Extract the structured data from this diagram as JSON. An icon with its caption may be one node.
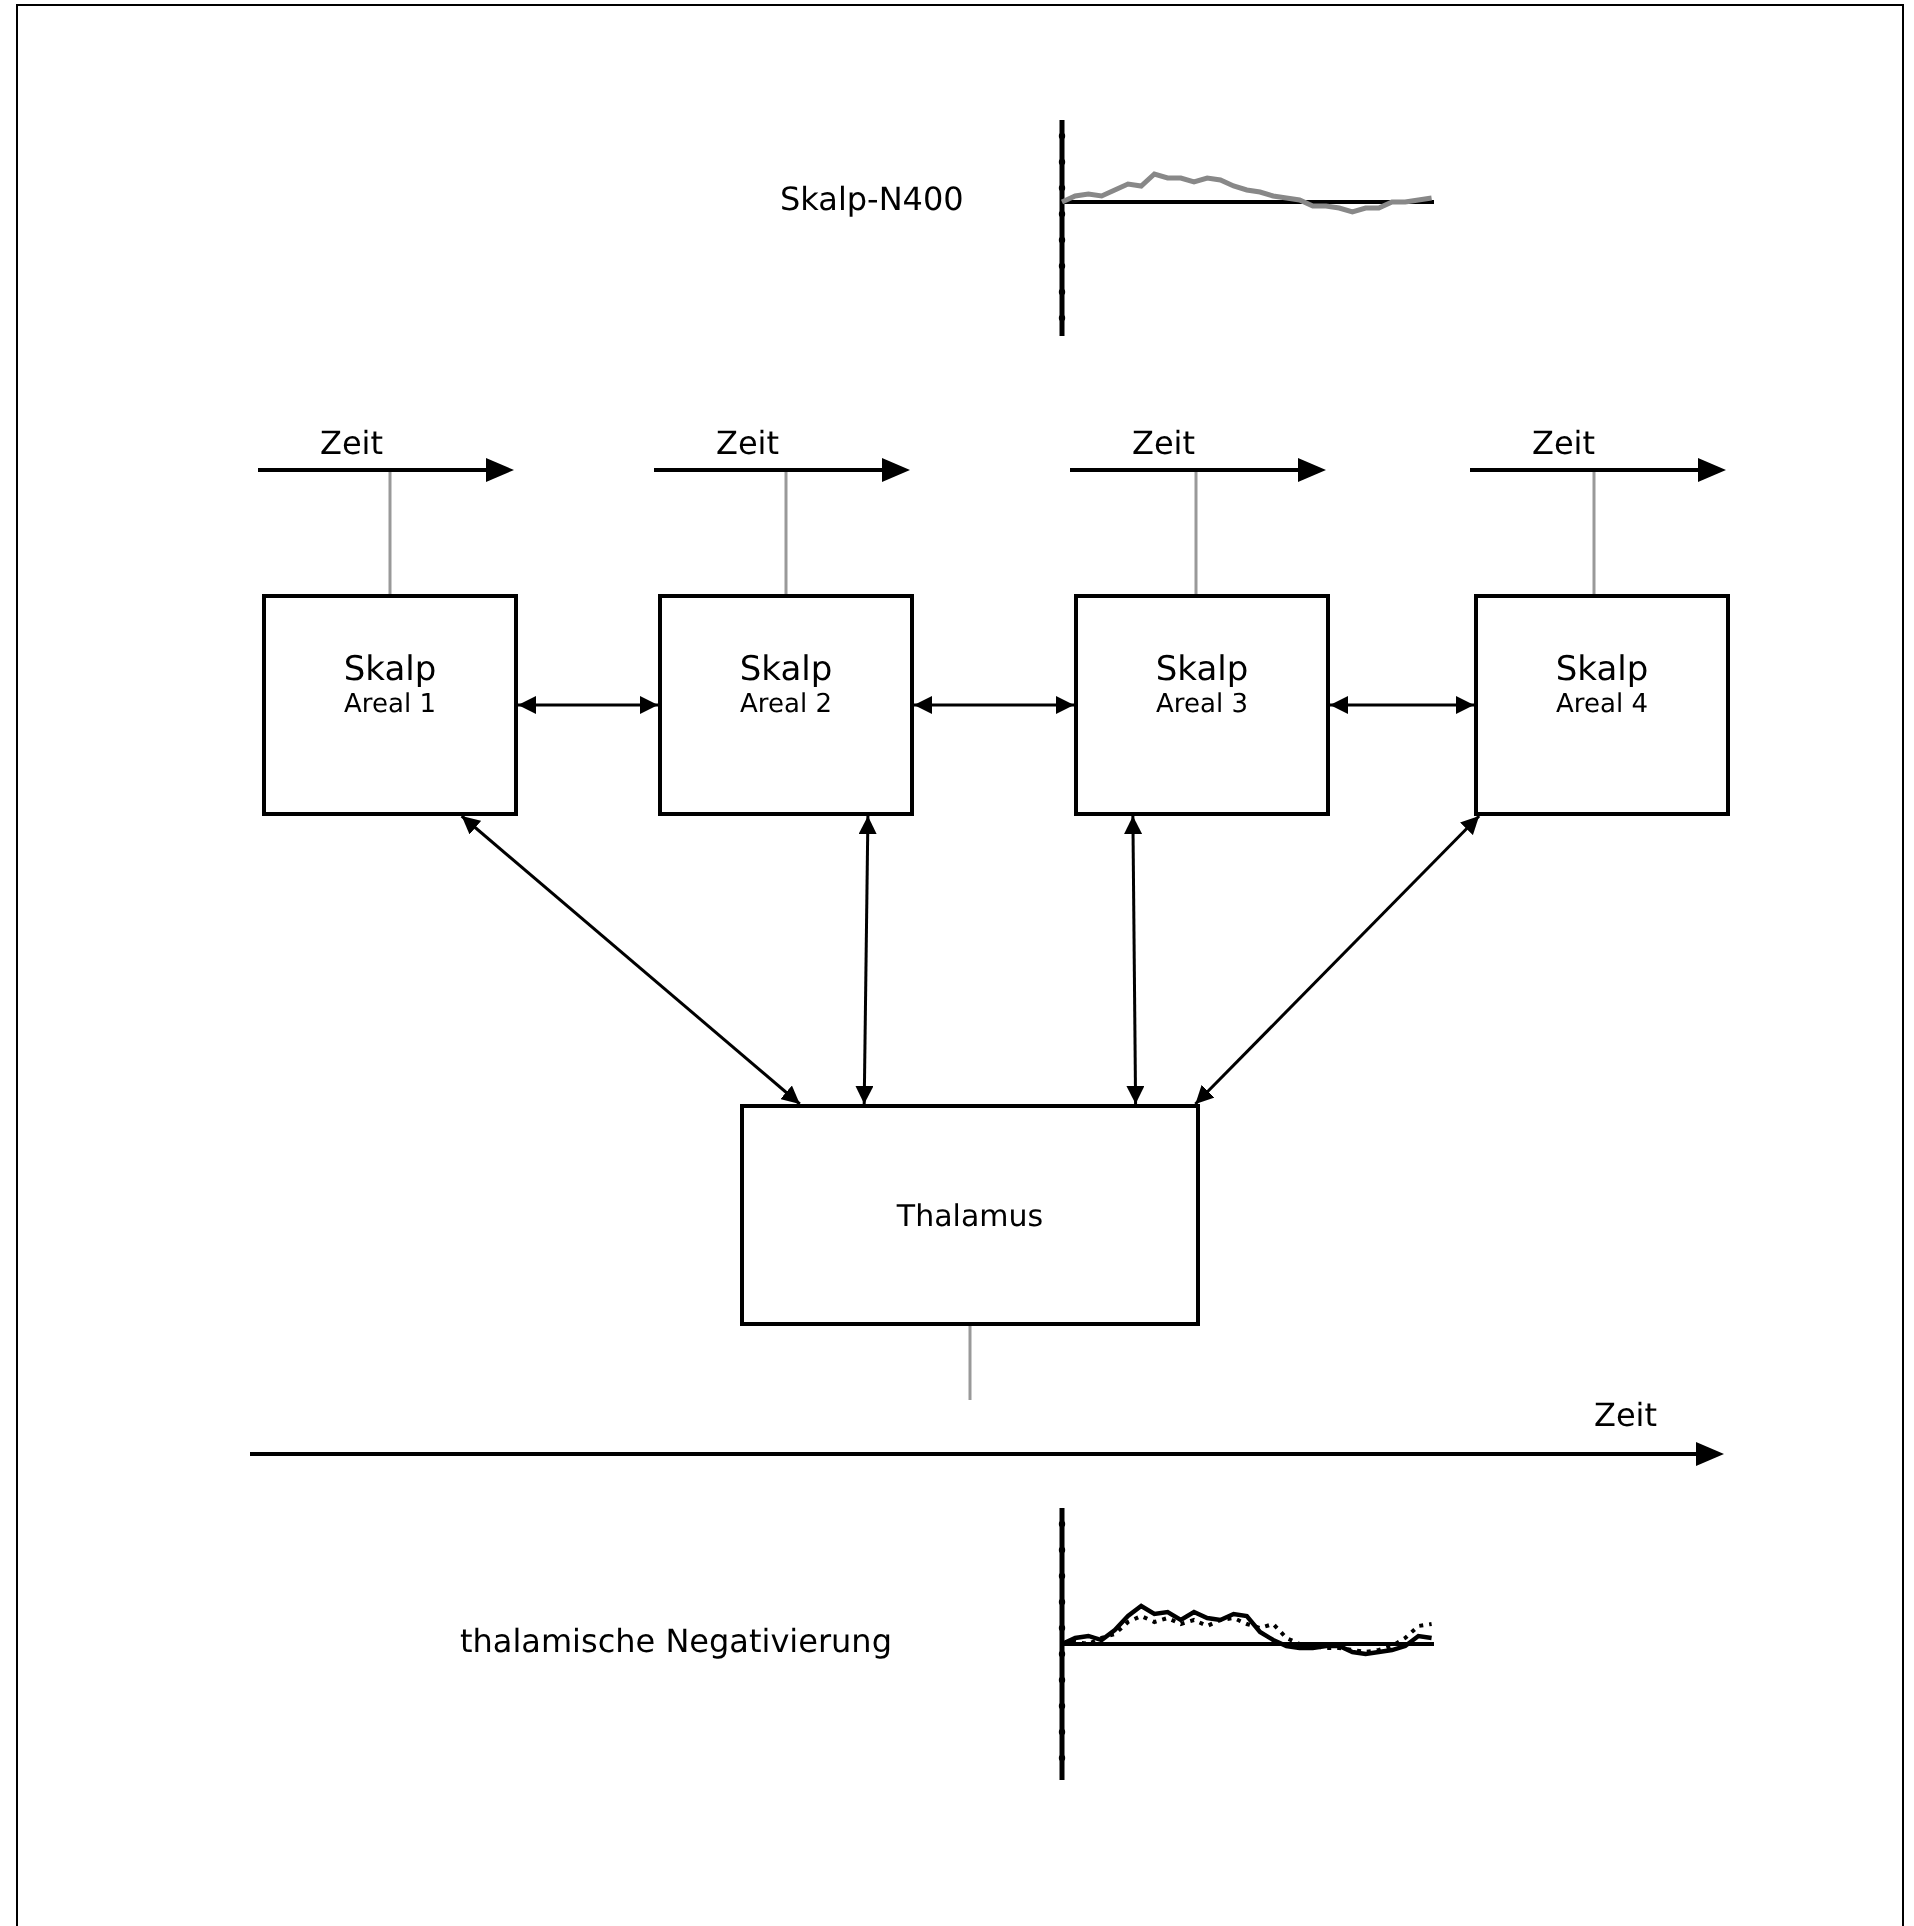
{
  "diagram": {
    "nodes": [
      {
        "text": [
          "Zeit"
        ]
      },
      {
        "text": [
          "Zeit"
        ]
      },
      {
        "text": [
          "Zeit"
        ]
      },
      {
        "text": [
          "Zeit"
        ]
      },
      {
        "text": [
          "Skalp",
          "Areal 1"
        ]
      },
      {
        "text": [
          "Skalp",
          "Areal 2"
        ]
      },
      {
        "text": [
          "Skalp",
          "Areal 3"
        ]
      },
      {
        "text": [
          "Skalp",
          "Areal 4"
        ]
      },
      {
        "text": [
          "Thalamus"
        ]
      },
      {
        "text": [
          "Zeit"
        ]
      }
    ],
    "edges": [
      {
        "from": 4,
        "to": 0,
        "arrow": "none",
        "color": "#999999"
      },
      {
        "from": 5,
        "to": 1,
        "arrow": "none",
        "color": "#999999"
      },
      {
        "from": 6,
        "to": 2,
        "arrow": "none",
        "color": "#999999"
      },
      {
        "from": 7,
        "to": 3,
        "arrow": "none",
        "color": "#999999"
      },
      {
        "from": 4,
        "to": 5,
        "arrow": "both"
      },
      {
        "from": 5,
        "to": 6,
        "arrow": "both"
      },
      {
        "from": 6,
        "to": 7,
        "arrow": "both"
      },
      {
        "from": 4,
        "to": 8,
        "arrow": "both"
      },
      {
        "from": 5,
        "to": 8,
        "arrow": "both"
      },
      {
        "from": 6,
        "to": 8,
        "arrow": "both"
      },
      {
        "from": 7,
        "to": 8,
        "arrow": "both"
      },
      {
        "from": 8,
        "to": 9,
        "arrow": "none",
        "color": "#999999"
      }
    ],
    "labels": [
      "Skalp-N400",
      "thalamische Negativierung"
    ]
  }
}
